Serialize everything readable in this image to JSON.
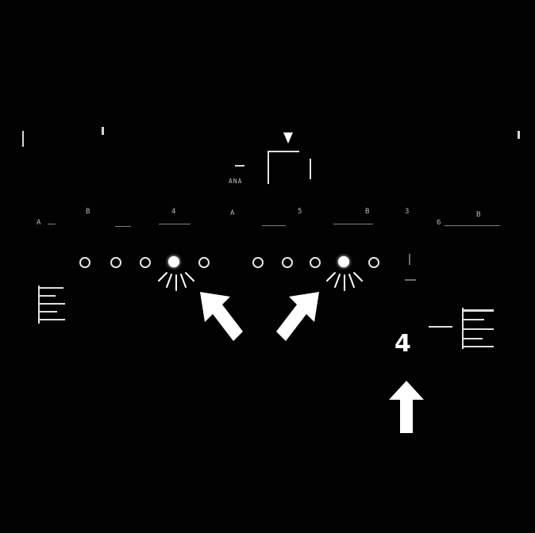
{
  "panel": {
    "top_labels_row1": [
      "B",
      "4",
      "A",
      "5",
      "B",
      "3",
      "6"
    ],
    "top_labels_row2": [
      "A",
      "B"
    ],
    "pointer_label": "4",
    "small_label": "ANA"
  },
  "lamps": {
    "left_group": [
      "off",
      "off",
      "off",
      "on",
      "off"
    ],
    "right_group": [
      "off",
      "off",
      "off",
      "on",
      "off"
    ]
  },
  "colors": {
    "background": "#020202",
    "foreground": "#ffffff"
  },
  "icons": [
    "arrow-up-left-icon",
    "arrow-up-right-icon",
    "arrow-up-icon",
    "triangle-marker-icon"
  ]
}
